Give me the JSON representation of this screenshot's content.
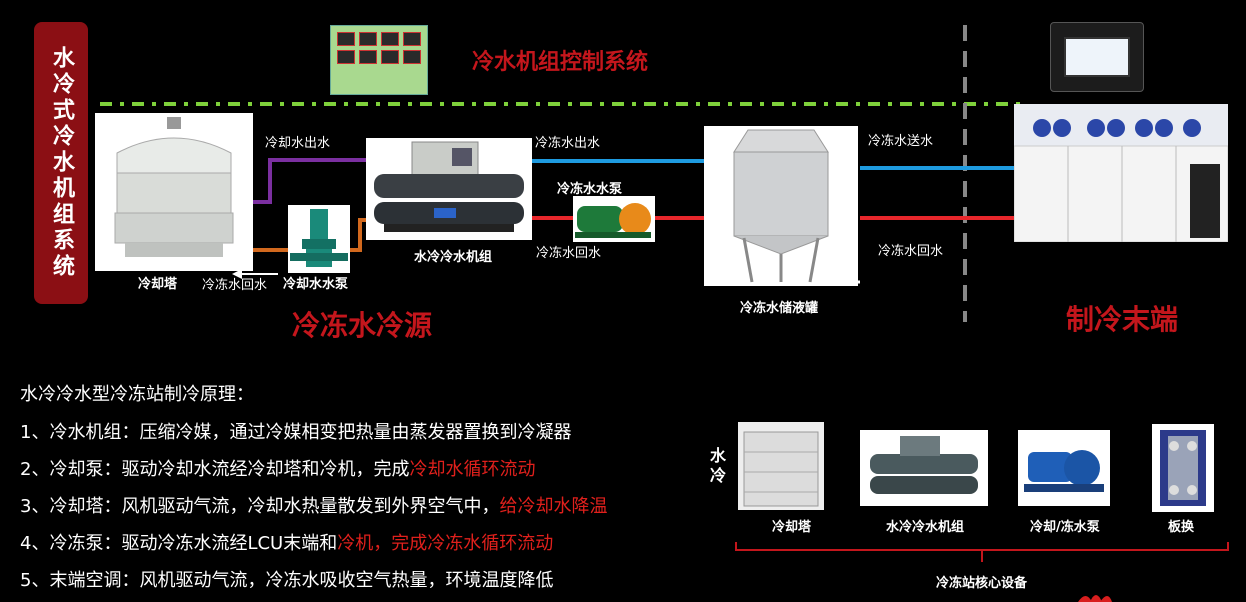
{
  "side_title": "水冷式冷水机组系统",
  "control_title": "冷水机组控制系统",
  "source_title": "冷冻水冷源",
  "terminal_title": "制冷末端",
  "labels": {
    "cooling_out": "冷却水出水",
    "chilled_out": "冷冻水出水",
    "chilled_pump": "冷冻水水泵",
    "chilled_return_left": "冷冻水回水",
    "chilled_supply": "冷冻水送水",
    "chilled_return_right": "冷冻水回水",
    "cooling_tower": "冷却塔",
    "cooling_return": "冷冻水回水",
    "cooling_pump": "冷却水水泵",
    "chiller_unit": "水冷冷水机组",
    "storage_tank": "冷冻水储液罐"
  },
  "principles": {
    "heading": "水冷冷水型冷冻站制冷原理：",
    "items": [
      {
        "pre": "1、冷水机组：压缩冷媒，通过冷媒相变把热量由蒸发器置换到冷凝器",
        "hl": ""
      },
      {
        "pre": "2、冷却泵：驱动冷却水流经冷却塔和冷机，完成",
        "hl": "冷却水循环流动"
      },
      {
        "pre": "3、冷却塔：风机驱动气流，冷却水热量散发到外界空气中，",
        "hl": "给冷却水降温"
      },
      {
        "pre": "4、冷冻泵：驱动冷冻水流经LCU末端和",
        "hl": "冷机，完成冷冻水循环流动"
      },
      {
        "pre": "5、末端空调：风机驱动气流，冷冻水吸收空气热量，环境温度降低",
        "hl": ""
      }
    ]
  },
  "equipment": {
    "side_label": "水冷",
    "items": [
      "冷却塔",
      "水冷冷水机组",
      "冷却/冻水泵",
      "板换"
    ],
    "caption": "冷冻站核心设备"
  },
  "colors": {
    "accent_red": "#c4161c",
    "side_bg": "#8b0f14",
    "purple_pipe": "#7b2fa0",
    "orange_pipe": "#d2691e",
    "blue_pipe": "#1e9be0",
    "red_pipe": "#e8262b",
    "green_dash": "#7fd13b"
  }
}
